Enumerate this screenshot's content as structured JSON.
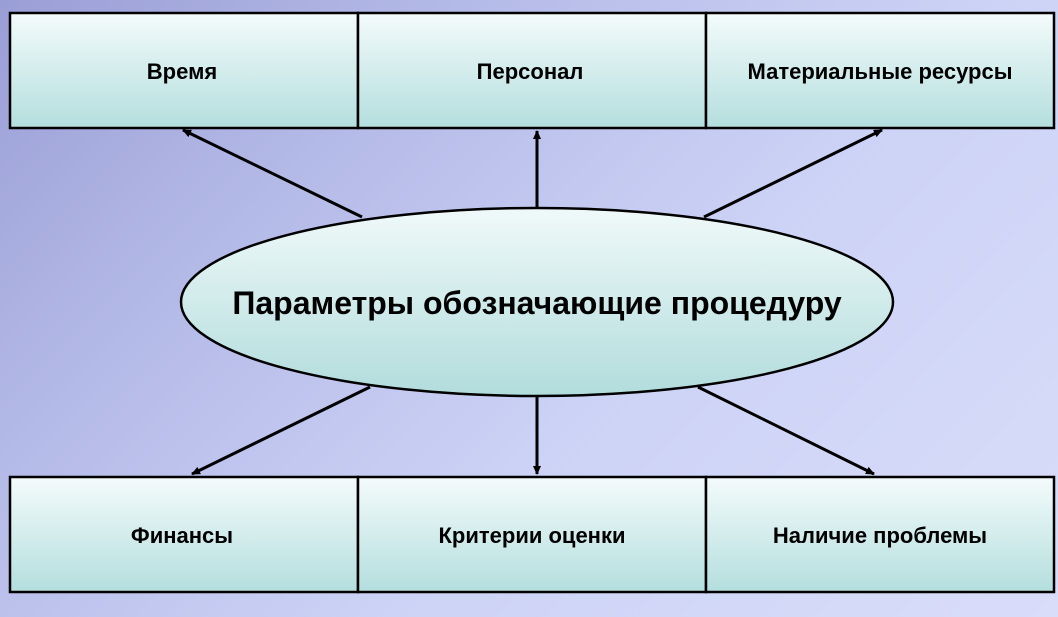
{
  "center": {
    "label": "Параметры обозначающие процедуру"
  },
  "top_boxes": [
    {
      "label": "Время"
    },
    {
      "label": "Персонал"
    },
    {
      "label": "Материальные ресурсы"
    }
  ],
  "bottom_boxes": [
    {
      "label": "Финансы"
    },
    {
      "label": "Критерии оценки"
    },
    {
      "label": "Наличие проблемы"
    }
  ],
  "colors": {
    "box_fill_top": "#f4fbfb",
    "box_fill_bottom": "#b4dede",
    "ellipse_fill_top": "#f0f9f9",
    "ellipse_fill_bottom": "#b2dcdc",
    "stroke": "#000000"
  }
}
